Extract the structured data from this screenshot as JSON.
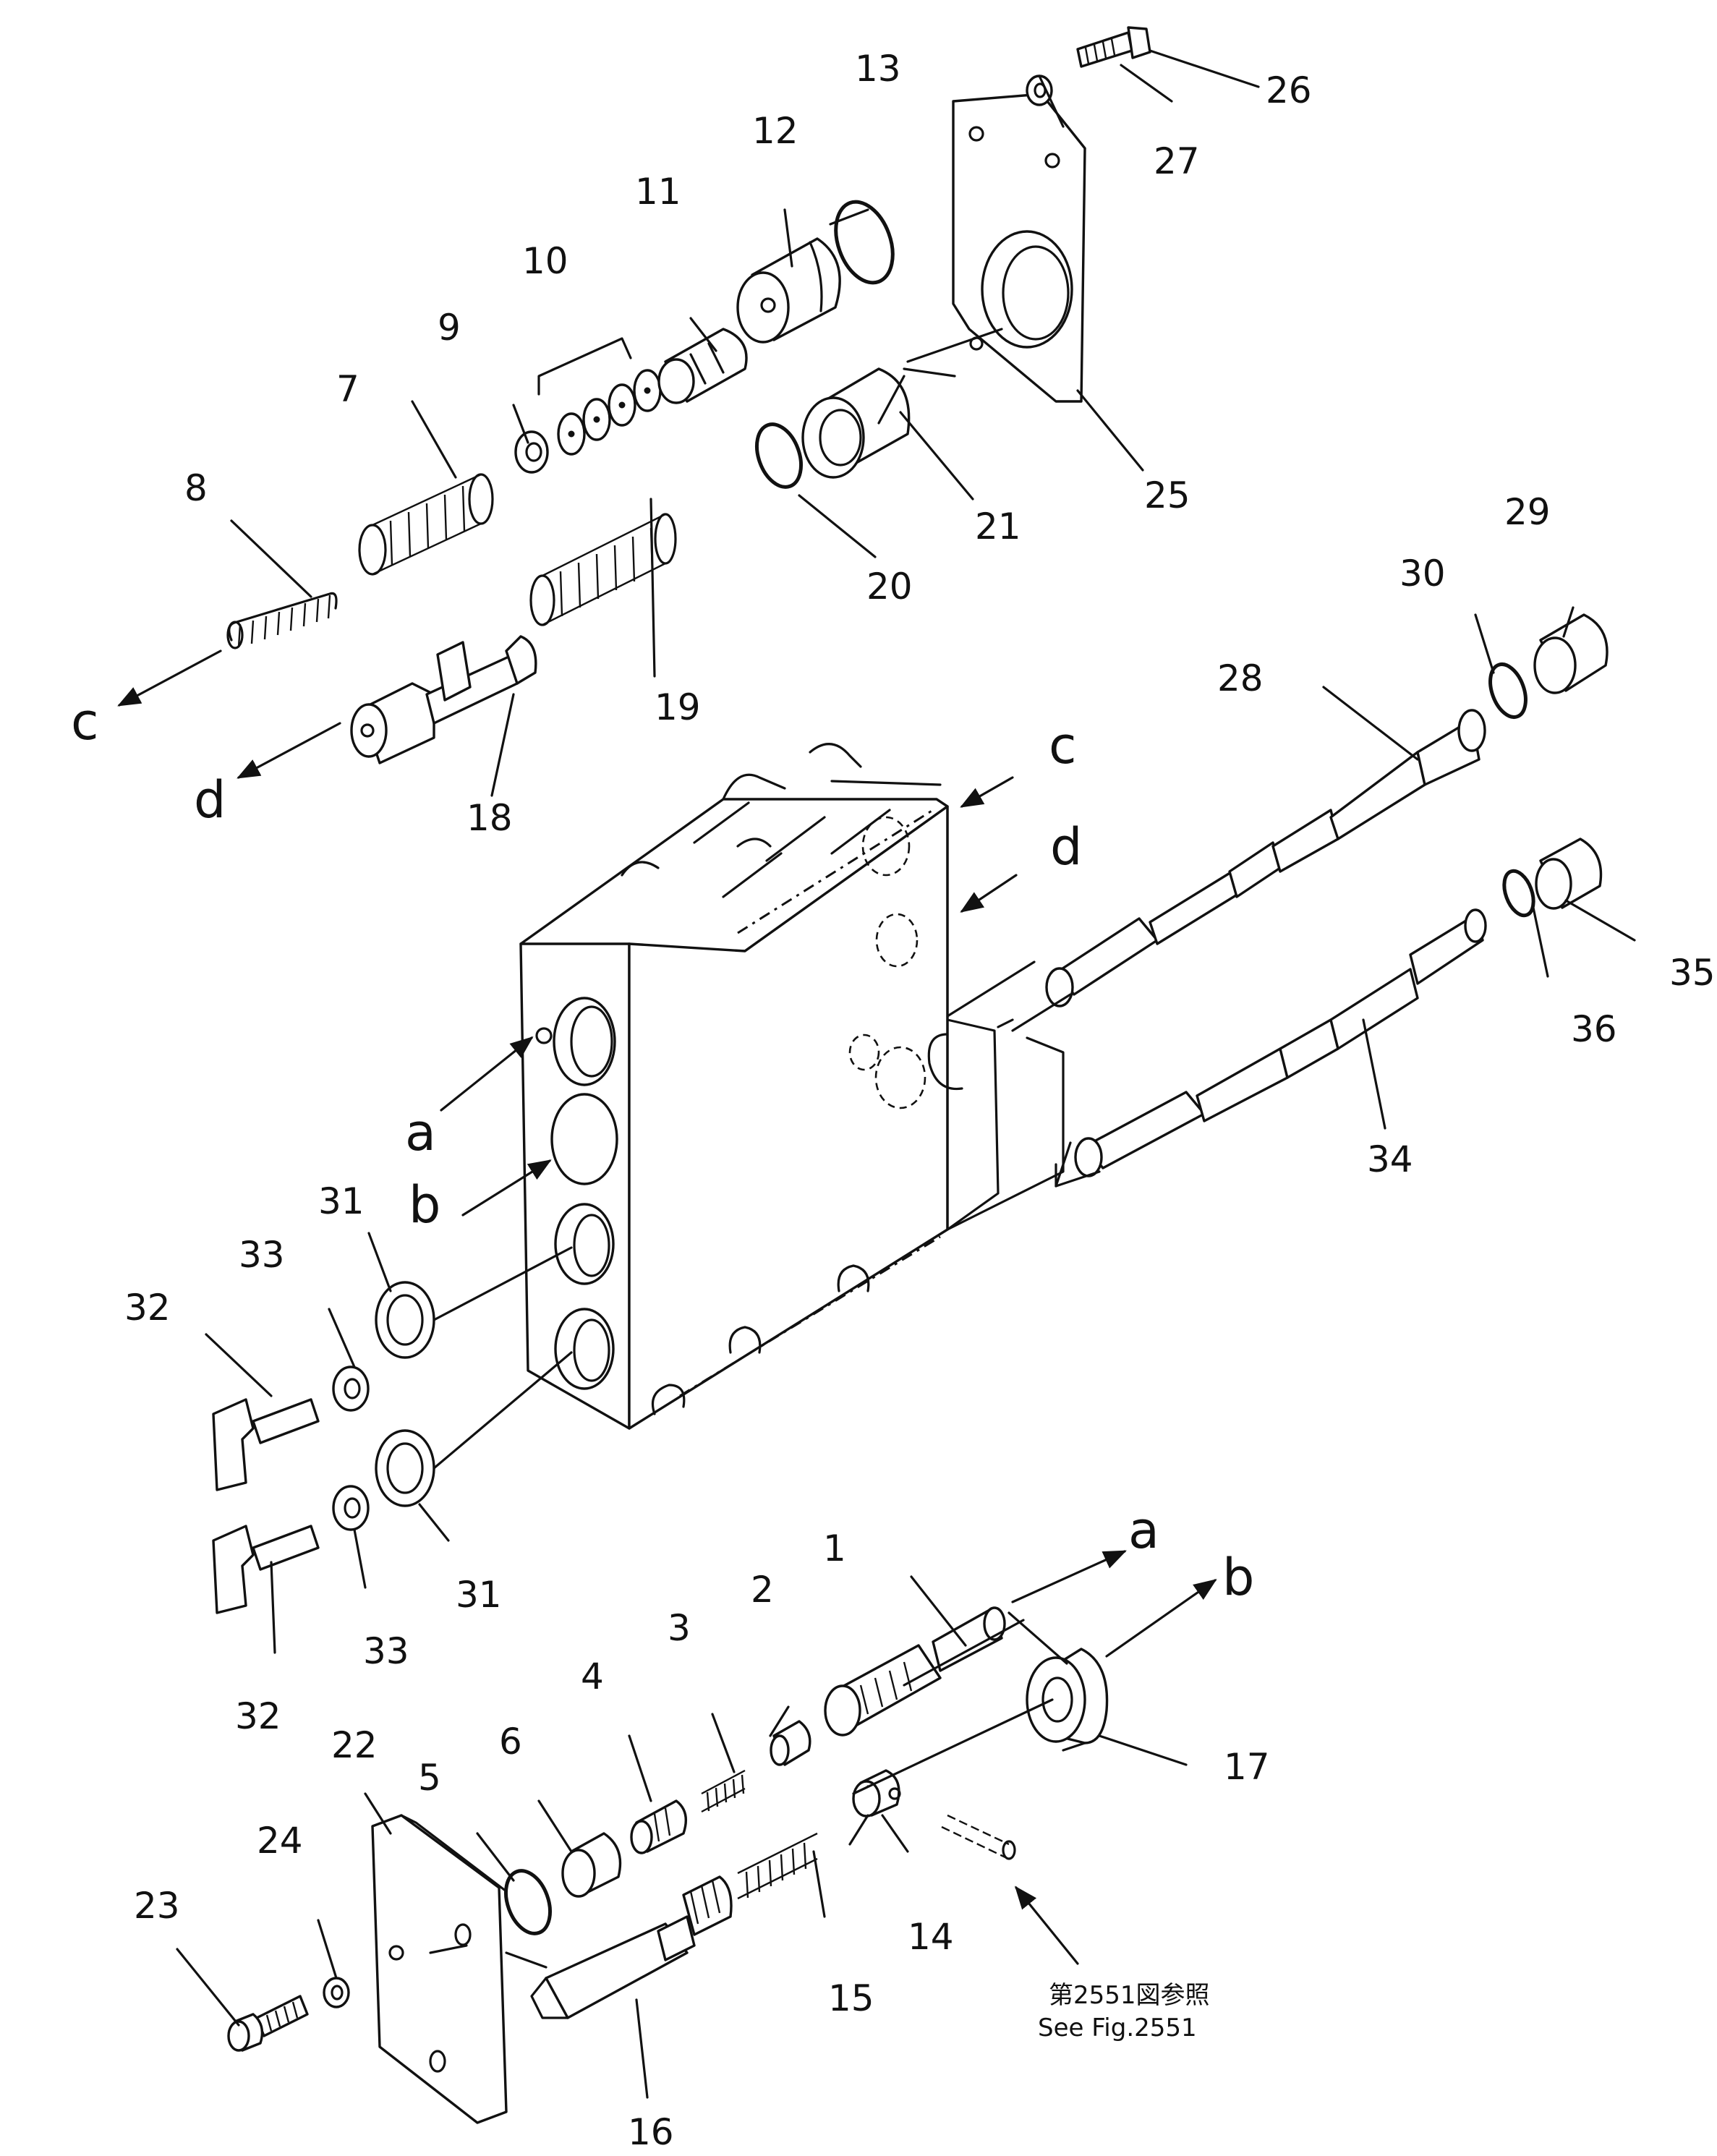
{
  "figure": {
    "labels": {
      "p1": "1",
      "p2": "2",
      "p3": "3",
      "p4": "4",
      "p5": "5",
      "p6": "6",
      "p7": "7",
      "p8": "8",
      "p9": "9",
      "p10": "10",
      "p11": "11",
      "p12": "12",
      "p13": "13",
      "p14": "14",
      "p15": "15",
      "p16": "16",
      "p17": "17",
      "p18": "18",
      "p19": "19",
      "p20": "20",
      "p21": "21",
      "p22": "22",
      "p23": "23",
      "p24": "24",
      "p25": "25",
      "p26": "26",
      "p27": "27",
      "p28": "28",
      "p29": "29",
      "p30": "30",
      "p31a": "31",
      "p31b": "31",
      "p32a": "32",
      "p32b": "32",
      "p33a": "33",
      "p33b": "33",
      "p34": "34",
      "p35": "35",
      "p36": "36"
    },
    "flow_labels": {
      "a_in": "a",
      "b_in": "b",
      "c_in": "c",
      "d_in": "d",
      "a_out": "a",
      "b_out": "b",
      "c_out": "c",
      "d_out": "d"
    },
    "reference_note": {
      "jp": "第2551図参照",
      "en": "See Fig.2551"
    }
  }
}
